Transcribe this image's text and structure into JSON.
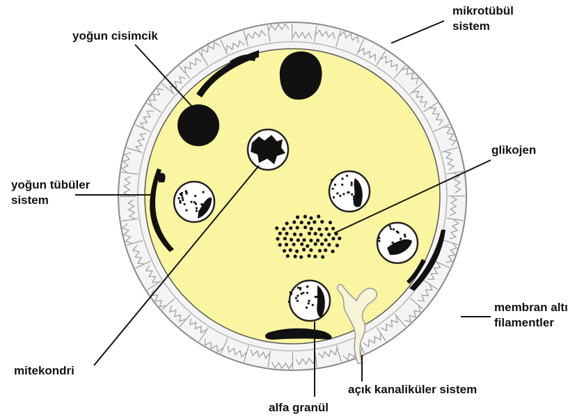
{
  "labels": {
    "yogun_cisimcik": "yoğun cisimcik",
    "mikrotubul_line1": "mikrotübül",
    "mikrotubul_line2": "sistem",
    "glikojen": "glikojen",
    "yogun_tubuler_line1": "yoğun tübüler",
    "yogun_tubuler_line2": "sistem",
    "membran_line1": "membran altı",
    "membran_line2": "filamentler",
    "mitekondri": "mitekondri",
    "acik_kanalikuler": "açık kanaliküler sistem",
    "alfa_granul": "alfa granül"
  },
  "colors": {
    "cytoplasm": "#FAF5A0",
    "ring": "#F4F4F4",
    "ink": "#111111"
  }
}
